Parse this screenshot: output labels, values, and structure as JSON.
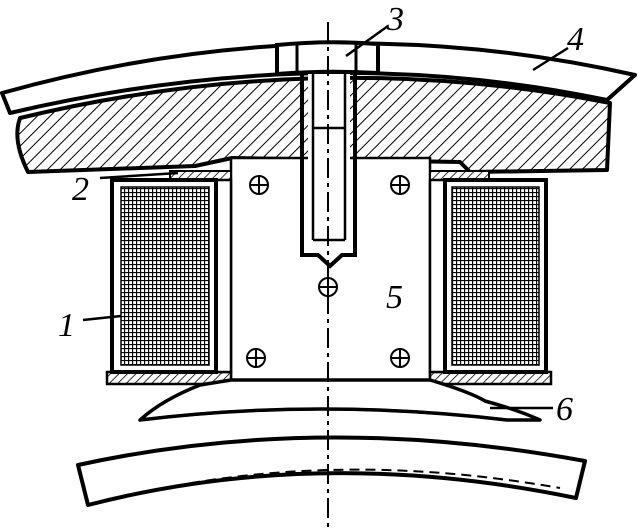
{
  "labels": {
    "coil": "1",
    "frame": "2",
    "bolt": "3",
    "yoke": "4",
    "pole_core": "5",
    "pole_shoe": "6"
  }
}
